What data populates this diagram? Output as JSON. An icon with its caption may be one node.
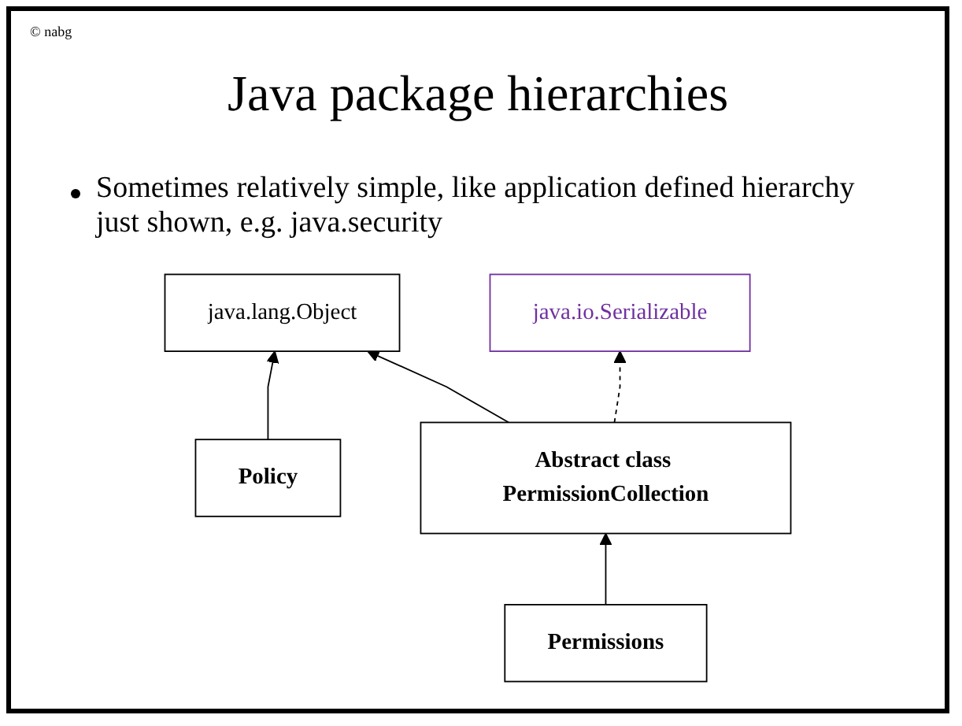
{
  "diagram": {
    "title": "Java package hierarchies",
    "nodes": [
      {
        "text": [
          "java.lang.Object"
        ]
      },
      {
        "text": [
          "java.io.Serializable"
        ]
      },
      {
        "text": [
          "Policy"
        ]
      },
      {
        "text": [
          "Abstract class PermissionCollection"
        ]
      },
      {
        "text": [
          "Permissions"
        ]
      }
    ],
    "edges": [
      {
        "from": 2,
        "to": 0,
        "arrow": "to"
      },
      {
        "from": 3,
        "to": 0,
        "arrow": "to"
      },
      {
        "from": 3,
        "to": 1,
        "arrow": "to",
        "style": "dashed"
      },
      {
        "from": 4,
        "to": 3,
        "arrow": "to"
      }
    ],
    "labels": [
      "© nabg",
      "Sometimes relatively simple, like application defined hierarchy just shown, e.g. java.security"
    ]
  }
}
